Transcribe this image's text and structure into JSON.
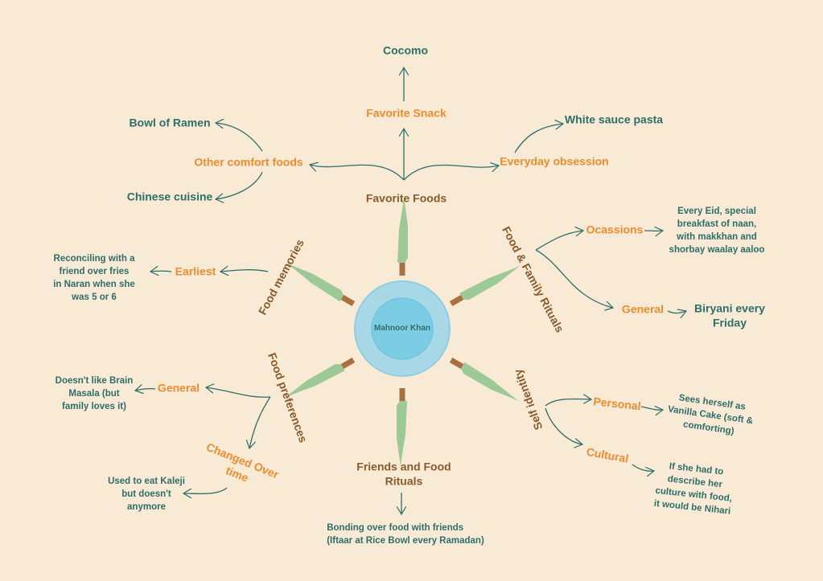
{
  "center": {
    "name": "Mahnoor Khan"
  },
  "colors": {
    "background": "#f8ead5",
    "branch": "#8b5a2b",
    "subtopic": "#f08c2c",
    "leaf": "#2e6e6a",
    "plate_outer": "#a8d8e6",
    "plate_inner": "#7ccde4",
    "knife_blade": "#9cc995",
    "knife_handle": "#a86f3f"
  },
  "branches": {
    "favorite_foods": {
      "label": "Favorite Foods",
      "favorite_snack": {
        "label": "Favorite Snack",
        "leaf": "Cocomo"
      },
      "other_comfort": {
        "label": "Other comfort foods",
        "leaves": [
          "Bowl of Ramen",
          "Chinese cuisine"
        ]
      },
      "everyday": {
        "label": "Everyday obsession",
        "leaf": "White sauce pasta"
      }
    },
    "food_family": {
      "label": "Food & Family Rituals",
      "occasions": {
        "label": "Ocassions",
        "leaf": [
          "Every Eid, special",
          "breakfast of naan,",
          "with makkhan and",
          "shorbay waalay aaloo"
        ]
      },
      "general": {
        "label": "General",
        "leaf": [
          "Biryani every",
          "Friday"
        ]
      }
    },
    "self_identity": {
      "label": "Self identity",
      "personal": {
        "label": "Personal",
        "leaf": [
          "Sees herself as",
          "Vanilla Cake (soft &",
          "comforting)"
        ]
      },
      "cultural": {
        "label": "Cultural",
        "leaf": [
          "If she had to",
          "describe her",
          "culture with food,",
          "it would be Nihari"
        ]
      }
    },
    "friends_food": {
      "label": [
        "Friends and Food",
        "Rituals"
      ],
      "leaf": [
        "Bonding over food with friends",
        "(Iftaar at Rice Bowl every Ramadan)"
      ]
    },
    "food_preferences": {
      "label": "Food preferences",
      "general": {
        "label": "General",
        "leaf": [
          "Doesn't like Brain",
          "Masala (but",
          "family loves it)"
        ]
      },
      "changed": {
        "label": [
          "Changed Over",
          "time"
        ],
        "leaf": [
          "Used to eat Kaleji",
          "but doesn't",
          "anymore"
        ]
      }
    },
    "food_memories": {
      "label": "Food memories",
      "earliest": {
        "label": "Earliest",
        "leaf": [
          "Reconciling with a",
          "friend over fries",
          "in Naran when she",
          "was 5 or 6"
        ]
      }
    }
  }
}
